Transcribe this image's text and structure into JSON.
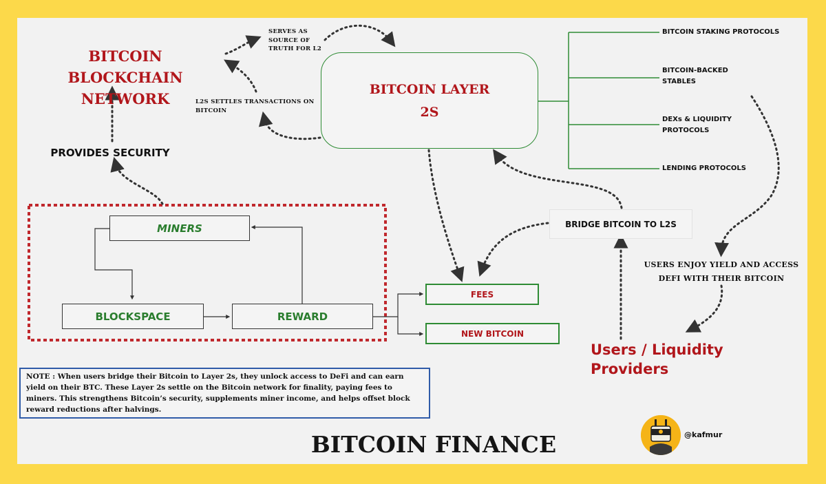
{
  "diagram": {
    "network_title": "BITCOIN BLOCKCHAIN NETWORK",
    "serves_as_note": "SERVES AS SOURCE OF TRUTH FOR L2",
    "settles_note": "L2S SETTLES TRANSACTIONS ON BITCOIN",
    "layer2_title": "BITCOIN LAYER",
    "layer2_sub": "2S",
    "provides_security": "PROVIDES SECURITY",
    "miners": "MINERS",
    "blockspace": "BLOCKSPACE",
    "reward": "REWARD",
    "fees": "FEES",
    "new_bitcoin": "NEW BITCOIN",
    "bridge": "BRIDGE BITCOIN TO L2S",
    "protocols": [
      "BITCOIN STAKING PROTOCOLS",
      "BITCOIN-BACKED STABLES",
      "DEXs & LIQUIDITY PROTOCOLS",
      "LENDING PROTOCOLS"
    ],
    "yield_note": "USERS ENJOY YIELD AND ACCESS DEFI WITH THEIR BITCOIN",
    "users": "Users / Liquidity Providers",
    "note": "NOTE : When users bridge their Bitcoin to Layer 2s, they unlock access to DeFi and can earn yield on their BTC. These Layer 2s settle on the Bitcoin network for finality, paying fees to miners. This strengthens Bitcoin’s security, supplements miner income, and helps offset block reward reductions after halvings.",
    "footer_title": "BITCOIN FINANCE",
    "handle": "@kafmur"
  },
  "colors": {
    "background": "#fcd94a",
    "panel": "#f2f2f2",
    "title_red": "#b1161b",
    "green": "#2a7d2e",
    "note_border": "#2f5ba8",
    "dotted_box": "#c0282d"
  }
}
